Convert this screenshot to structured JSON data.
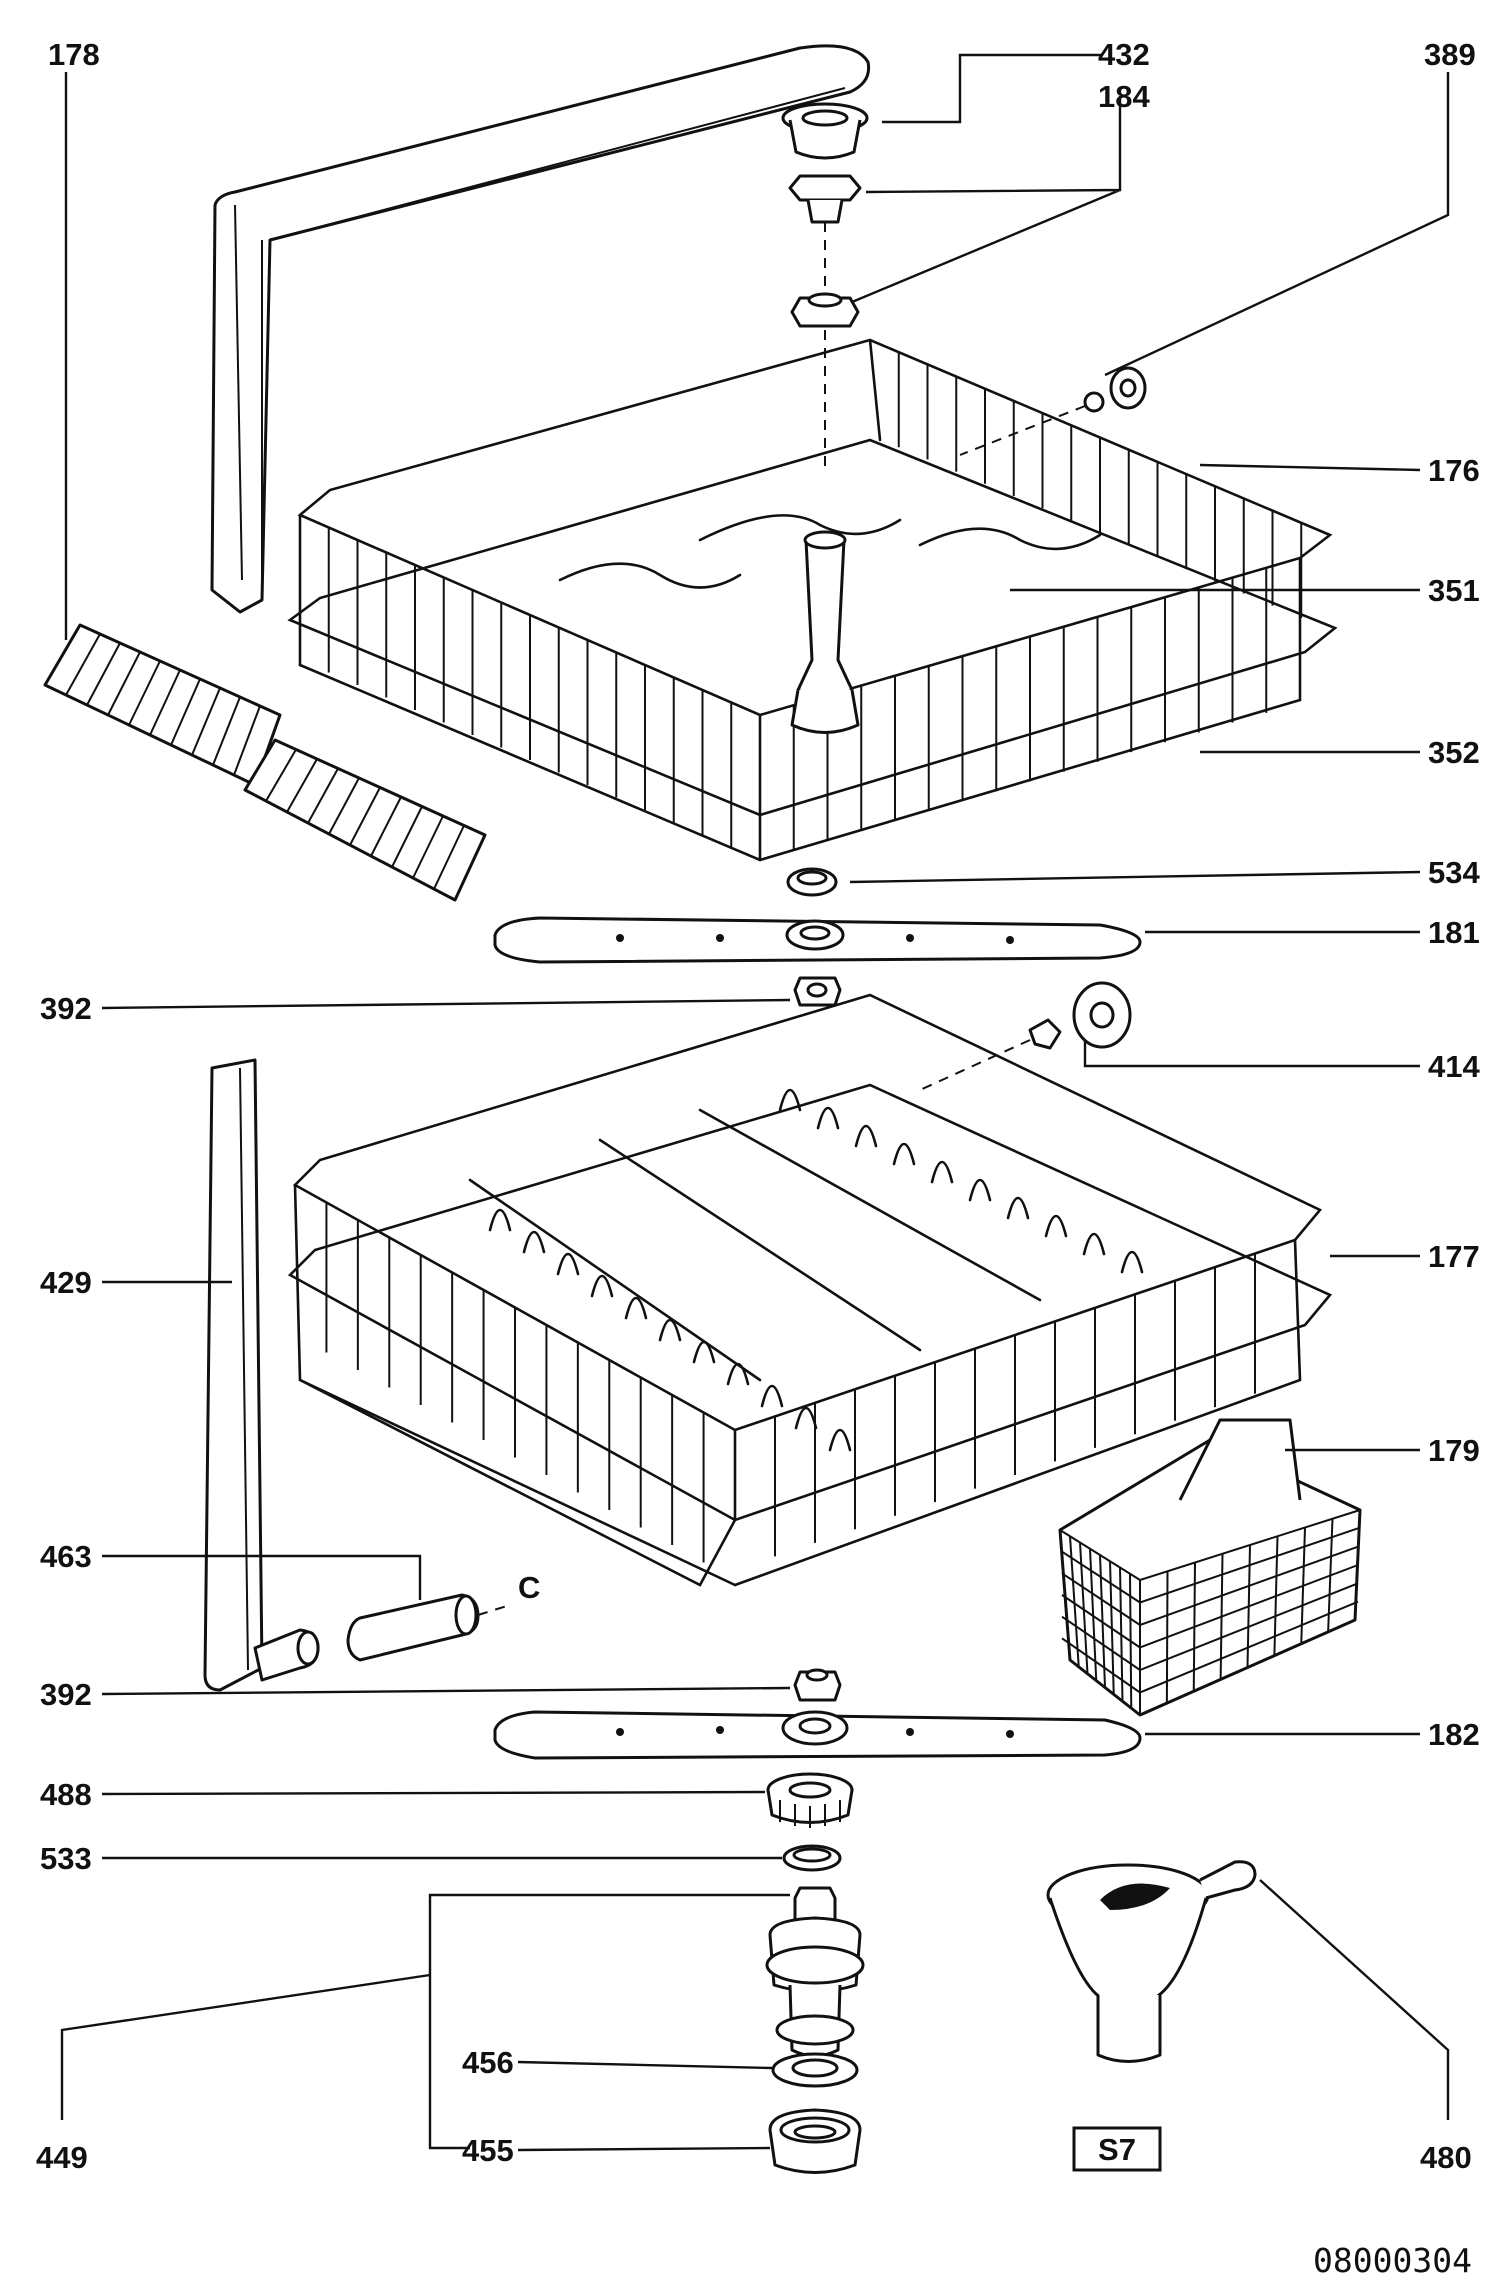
{
  "labels": {
    "p178": "178",
    "p432": "432",
    "p184": "184",
    "p389": "389",
    "p176": "176",
    "p351": "351",
    "p352": "352",
    "p534": "534",
    "p181": "181",
    "p392a": "392",
    "p414": "414",
    "p429": "429",
    "p177": "177",
    "p179": "179",
    "p463": "463",
    "pC": "C",
    "p392b": "392",
    "p182": "182",
    "p488": "488",
    "p533": "533",
    "p456": "456",
    "p455": "455",
    "p449": "449",
    "p480": "480"
  },
  "section_code": "S7",
  "drawing_number": "08000304"
}
